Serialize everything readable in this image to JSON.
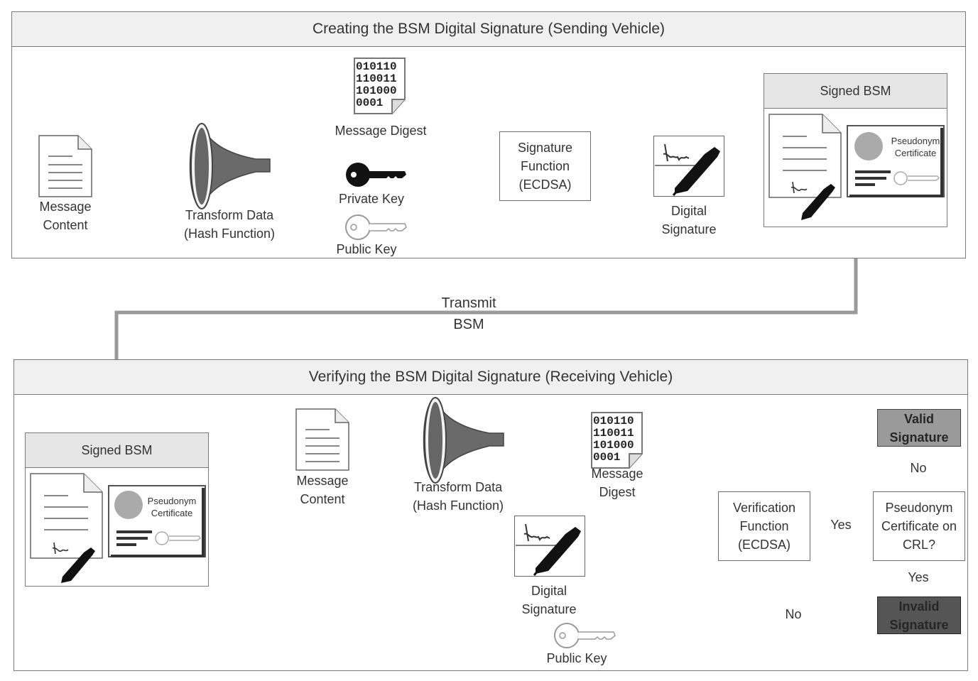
{
  "top_panel": {
    "title": "Creating the BSM Digital Signature (Sending Vehicle)",
    "message_content": [
      "Message",
      "Content"
    ],
    "transform": [
      "Transform Data",
      "(Hash Function)"
    ],
    "message_digest": "Message Digest",
    "private_key": "Private Key",
    "public_key": "Public Key",
    "signature_function": [
      "Signature",
      "Function",
      "(ECDSA)"
    ],
    "digital_signature": [
      "Digital",
      "Signature"
    ],
    "signed_bsm": "Signed BSM",
    "certificate": [
      "Pseudonym",
      "Certificate"
    ]
  },
  "transmit": [
    "Transmit",
    "BSM"
  ],
  "bottom_panel": {
    "title": "Verifying the BSM Digital Signature (Receiving Vehicle)",
    "signed_bsm": "Signed BSM",
    "certificate": [
      "Pseudonym",
      "Certificate"
    ],
    "message_content": [
      "Message",
      "Content"
    ],
    "transform": [
      "Transform Data",
      "(Hash Function)"
    ],
    "message_digest": [
      "Message",
      "Digest"
    ],
    "digital_signature": [
      "Digital",
      "Signature"
    ],
    "public_key": "Public Key",
    "verification_function": [
      "Verification",
      "Function",
      "(ECDSA)"
    ],
    "crl_check": [
      "Pseudonym",
      "Certificate on",
      "CRL?"
    ],
    "valid": [
      "Valid",
      "Signature"
    ],
    "invalid": [
      "Invalid",
      "Signature"
    ],
    "yes_1": "Yes",
    "yes_2": "Yes",
    "no_1": "No",
    "no_2": "No"
  },
  "digest_bits": [
    "010110",
    "110011",
    "101000",
    "0001"
  ]
}
